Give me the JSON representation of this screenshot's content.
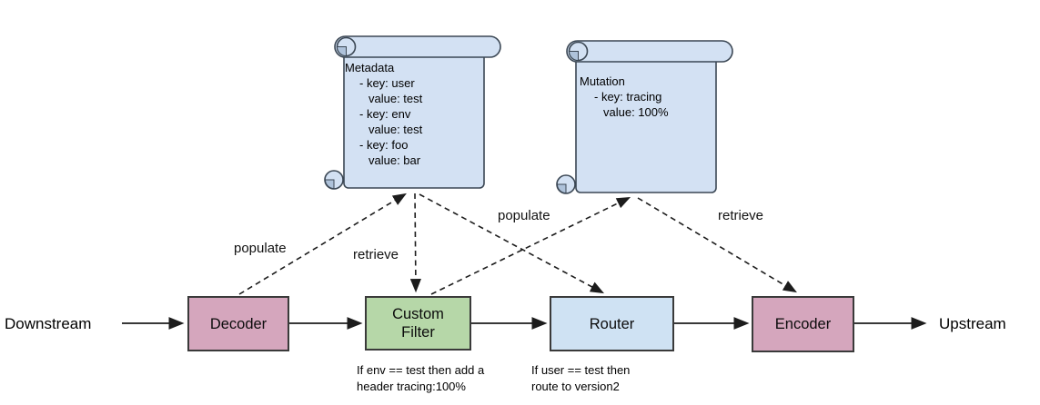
{
  "endpoints": {
    "left": "Downstream",
    "right": "Upstream"
  },
  "nodes": [
    {
      "id": "decoder",
      "label": "Decoder",
      "fill": "#d5a6bd"
    },
    {
      "id": "custom-filter",
      "label": "Custom Filter",
      "fill": "#b6d7a8",
      "caption": "If env == test then add a header tracing:100%"
    },
    {
      "id": "router",
      "label": "Router",
      "fill": "#cfe2f3",
      "caption": "If user == test then route to version2"
    },
    {
      "id": "encoder",
      "label": "Encoder",
      "fill": "#d5a6bd"
    }
  ],
  "scrolls": [
    {
      "id": "metadata",
      "fill": "#d3e1f3",
      "lines": [
        "Metadata",
        "- key: user",
        "value: test",
        "- key: env",
        "value: test",
        "- key: foo",
        "value: bar"
      ]
    },
    {
      "id": "mutation",
      "fill": "#d3e1f3",
      "lines": [
        "Mutation",
        "- key: tracing",
        "value: 100%"
      ]
    }
  ],
  "edges": [
    {
      "from": "decoder",
      "to": "metadata",
      "label": "populate",
      "style": "dashed"
    },
    {
      "from": "metadata",
      "to": "custom-filter",
      "label": "retrieve",
      "style": "dashed"
    },
    {
      "from": "metadata",
      "to": "router",
      "label": "",
      "style": "dashed"
    },
    {
      "from": "custom-filter",
      "to": "mutation",
      "label": "populate",
      "style": "dashed"
    },
    {
      "from": "mutation",
      "to": "encoder",
      "label": "retrieve",
      "style": "dashed"
    }
  ],
  "colors": {
    "node_border": "#3a3a3a",
    "scroll_border": "#3b4754",
    "scroll_shade": "#aec2da",
    "line": "#1c1c1c",
    "text": "#000000",
    "background": "#ffffff"
  }
}
